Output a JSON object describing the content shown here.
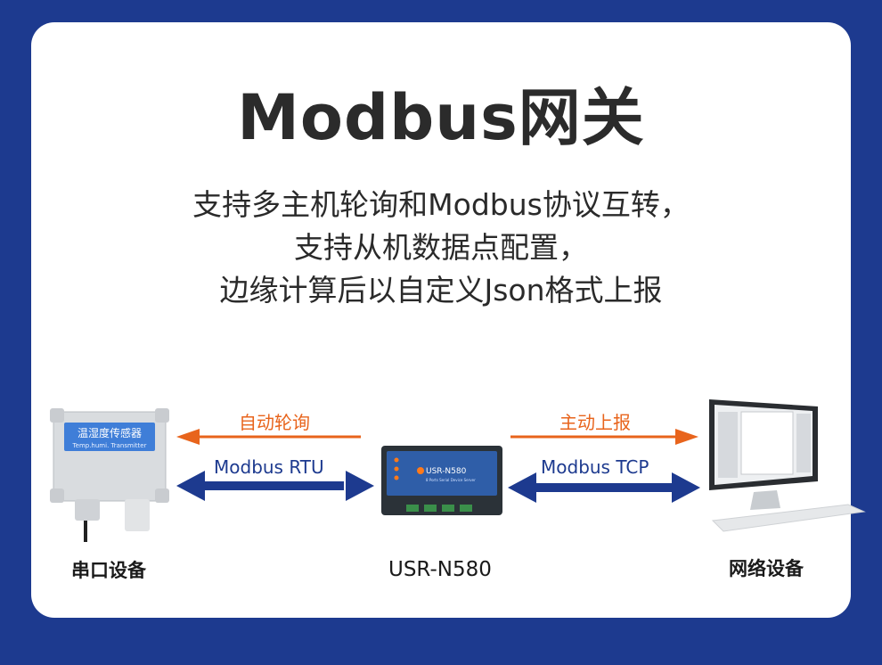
{
  "title": "Modbus网关",
  "subtitle_lines": [
    "支持多主机轮询和Modbus协议互转，",
    "支持从机数据点配置，",
    "边缘计算后以自定义Json格式上报"
  ],
  "left_device": {
    "caption": "串口设备",
    "panel_title": "温湿度传感器",
    "panel_subtitle": "Temp.humi. Transmitter"
  },
  "center_device": {
    "caption": "USR-N580",
    "model_text": "USR-N580",
    "model_subtitle": "8 Ports Serial Device Server"
  },
  "right_device": {
    "caption": "网络设备"
  },
  "left_arrows": {
    "orange_label": "自动轮询",
    "blue_label": "Modbus RTU"
  },
  "right_arrows": {
    "orange_label": "主动上报",
    "blue_label": "Modbus TCP"
  },
  "colors": {
    "background": "#1d3a8f",
    "orange_arrow": "#e8641c",
    "blue_arrow": "#1d3a8f"
  }
}
